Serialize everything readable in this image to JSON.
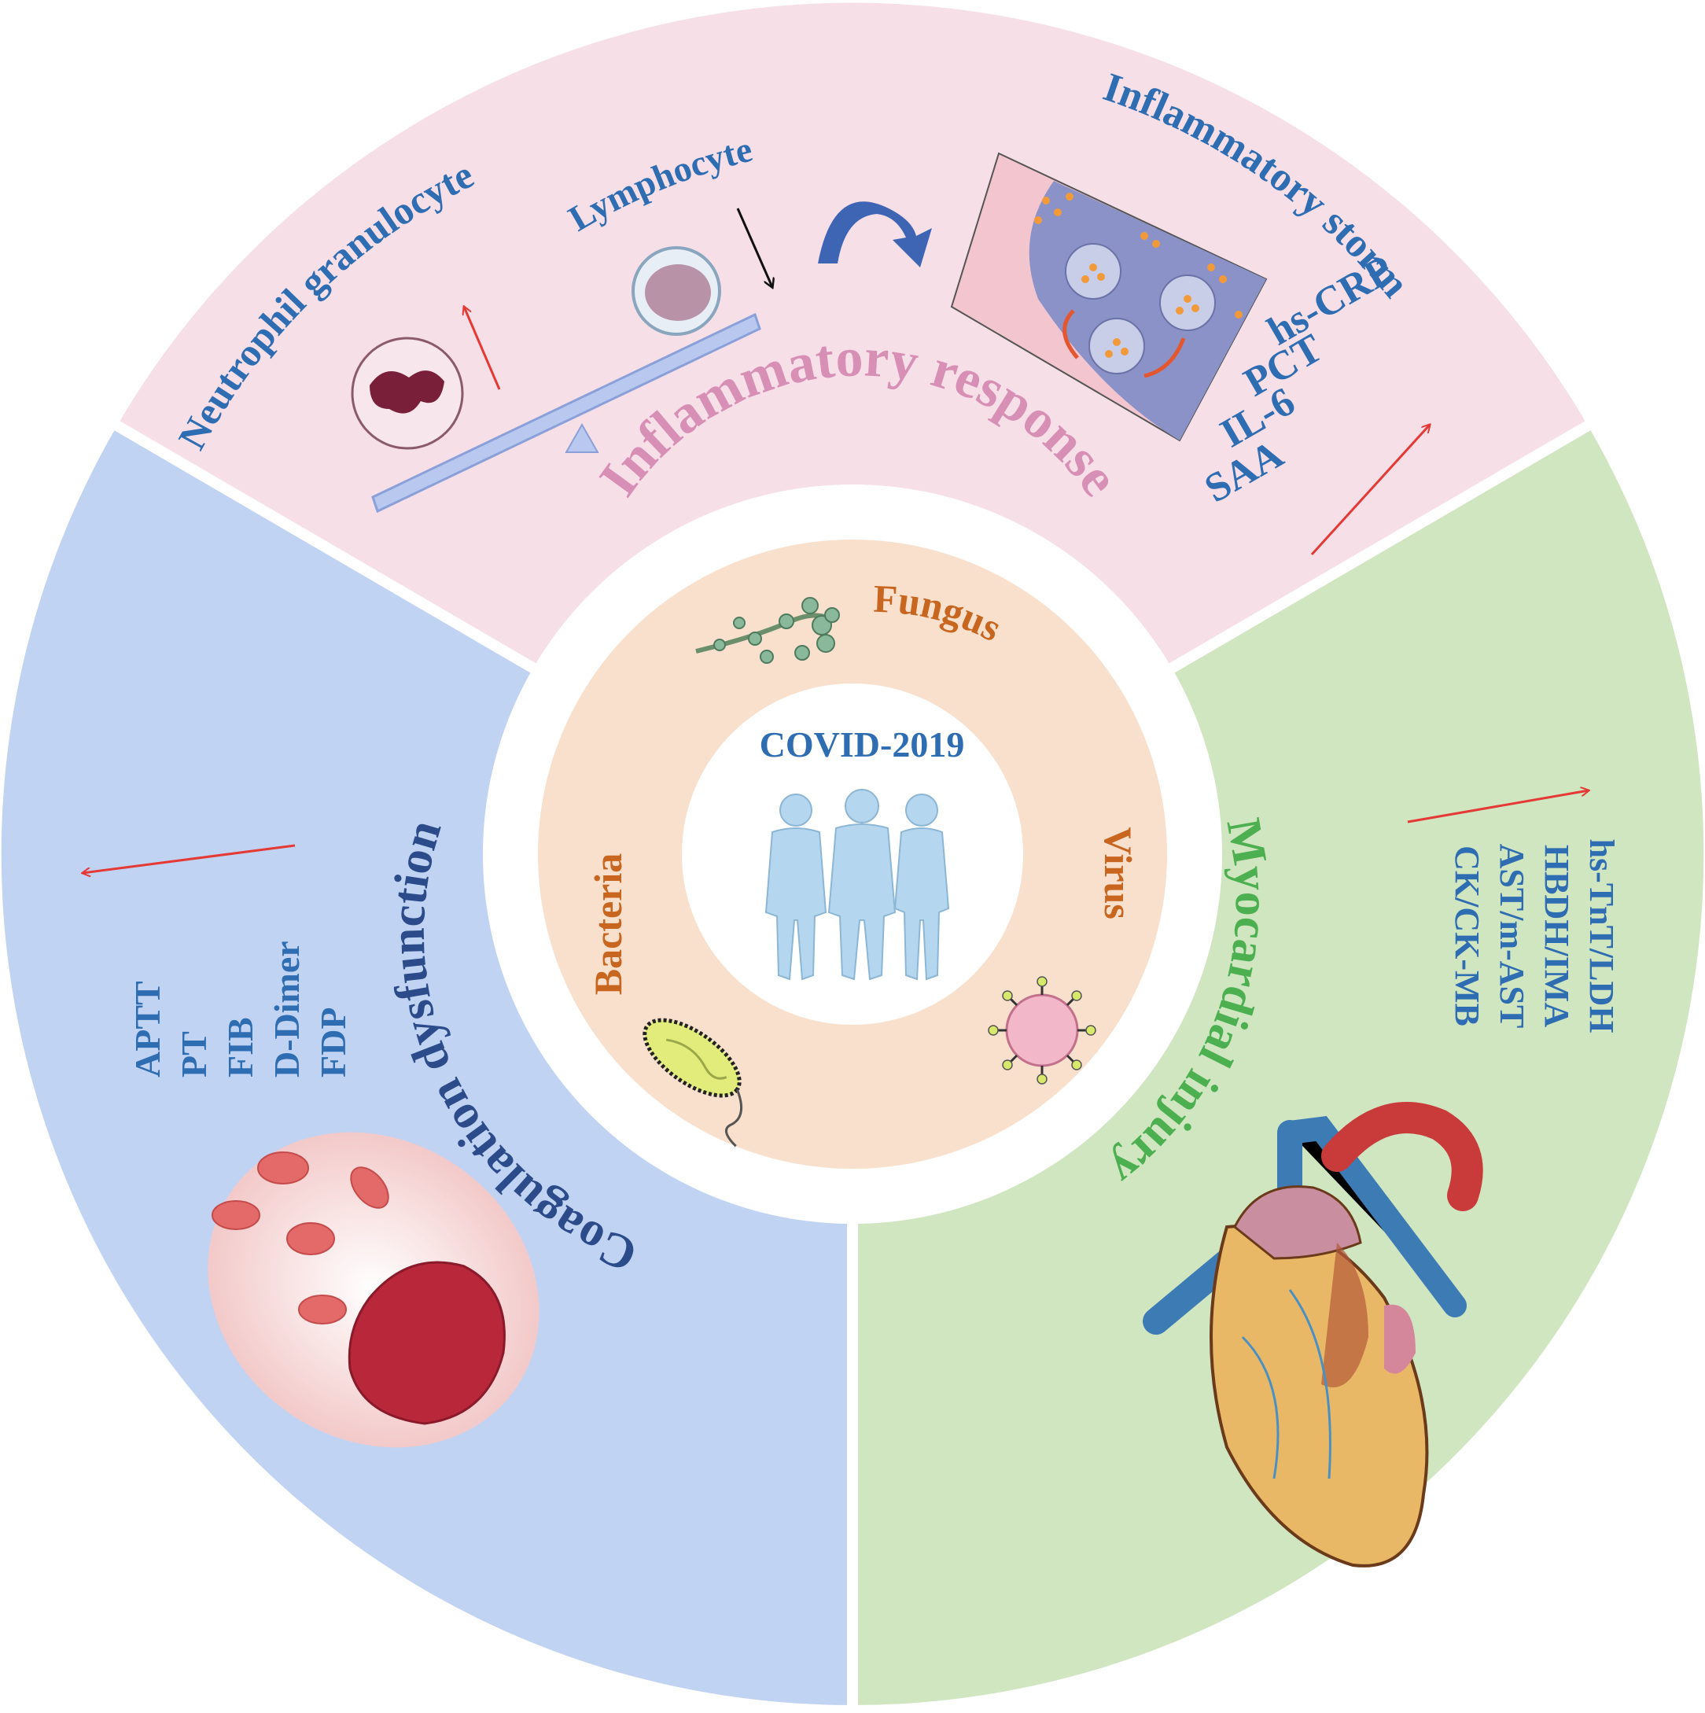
{
  "center": {
    "title": "COVID-2019",
    "title_color": "#2f6db3",
    "icon": "people-group-icon"
  },
  "pathogens": {
    "color": "#c8651f",
    "fungus": "Fungus",
    "bacteria": "Bacteria",
    "virus": "Virus",
    "icons": [
      "fungus-icon",
      "bacteria-icon",
      "virus-icon"
    ]
  },
  "sections": {
    "inflammatory": {
      "label": "Inflammatory response",
      "label_color": "#d88fb5",
      "bg": "#f6dfe7",
      "neutrophil": "Neutrophil granulocyte",
      "lymphocyte": "Lymphocyte",
      "storm": "Inflammatory storm",
      "markers": [
        "hs-CRP",
        "PCT",
        "IL-6",
        "SAA"
      ],
      "icons": [
        "neutrophil-icon",
        "lymphocyte-icon",
        "balance-seesaw-icon",
        "curved-arrow-icon",
        "cytokine-release-icon"
      ]
    },
    "myocardial": {
      "label": "Myocardial injury",
      "label_color": "#4caf50",
      "bg": "#cfe6c0",
      "markers": [
        "hs-TnT/LDH",
        "HBDH/IMA",
        "AST/m-AST",
        "CK/CK-MB"
      ],
      "icons": [
        "heart-icon"
      ]
    },
    "coagulation": {
      "label": "Coagulation dysfunction",
      "label_color": "#2b4b8a",
      "bg": "#c1d3f3",
      "markers": [
        "APTT",
        "PT",
        "FIB",
        "D-Dimer",
        "FDP"
      ],
      "icons": [
        "blood-clot-icon"
      ]
    }
  },
  "colors": {
    "marker_text": "#2f6db3",
    "up_arrow": "#e53935",
    "inner_ring": "#f8e0cc"
  }
}
